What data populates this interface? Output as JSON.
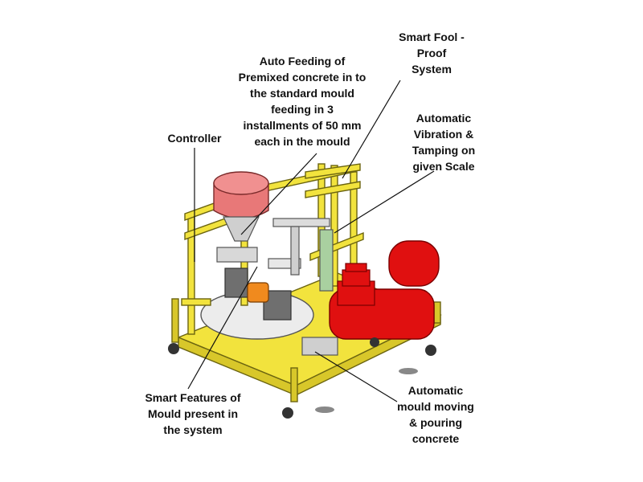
{
  "labels": {
    "controller": "Controller",
    "auto_feeding": "Auto Feeding of\nPremixed concrete in to\nthe standard mould\nfeeding in 3\ninstallments of 50 mm\neach in the mould",
    "smart_fool_proof": "Smart Fool -\nProof\nSystem",
    "automatic_vibration": "Automatic\nVibration &\nTamping on\ngiven Scale",
    "smart_features": "Smart Features of\nMould present in\nthe system",
    "automatic_mould": "Automatic\nmould moving\n& pouring\nconcrete"
  },
  "colors": {
    "frame": "#f2e33d",
    "hopper": "#e87878",
    "motor": "#e01010",
    "leader_line": "#111111"
  }
}
